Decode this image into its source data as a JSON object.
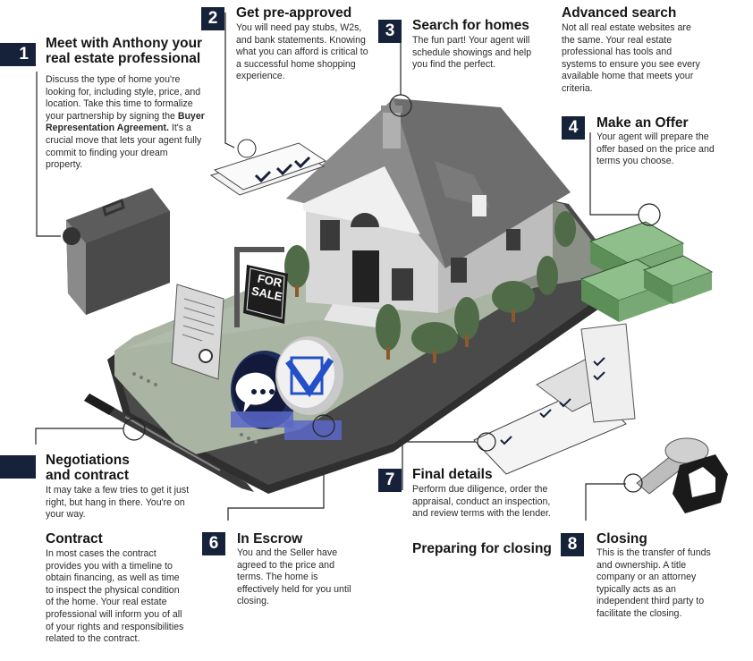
{
  "steps": {
    "s1": {
      "number": "1",
      "title": "Meet with Anthony your real estate professional",
      "body_a": "Discuss the type of home you're looking for, including style, price, and location. Take this time to formalize your partnership by signing the ",
      "body_bold": "Buyer Representation Agreement.",
      "body_b": " It's a crucial move that lets your agent fully commit to finding your dream property."
    },
    "s2": {
      "number": "2",
      "title": "Get pre-approved",
      "body": "You will need pay stubs, W2s, and bank statements. Knowing what you can afford is critical to a successful home shopping experience."
    },
    "s3": {
      "number": "3",
      "title": "Search for homes",
      "body": "The fun part! Your agent will schedule showings and help you find the perfect."
    },
    "advanced": {
      "title": "Advanced search",
      "body": "Not all real estate websites are the same. Your real estate professional has tools and systems to ensure you see every available home that meets your criteria."
    },
    "s4": {
      "number": "4",
      "title": "Make an Offer",
      "body": "Your agent will prepare the offer based on the price and terms you choose."
    },
    "negotiations": {
      "title": "Negotiations and contract",
      "body": "It may take a few tries to get it just right, but hang in there. You're on your way."
    },
    "contract": {
      "title": "Contract",
      "body": "In most cases the contract provides you with a timeline to obtain financing, as well as time to inspect the physical condition of the home. Your real estate professional will inform you of all of your rights and responsibilities related to the contract."
    },
    "s6": {
      "number": "6",
      "title": "In Escrow",
      "body": "You and the Seller have agreed to the price and terms. The home is effectively held for you until closing."
    },
    "s7": {
      "number": "7",
      "title": "Final details",
      "body": "Perform due diligence, order the appraisal, conduct an inspection, and review terms with the lender."
    },
    "preparing": {
      "title": "Preparing for closing"
    },
    "s8": {
      "number": "8",
      "title": "Closing",
      "body": "This is the transfer of funds and ownership. A title company or an attorney typically acts as an independent third party to facilitate the closing."
    }
  },
  "sign": {
    "line1": "FOR",
    "line2": "SALE"
  },
  "colors": {
    "badge": "#16213a",
    "phone": "#3a3a3a",
    "lawn": "#a9b5a2",
    "tree": "#4f6b47",
    "roof": "#6d6d6d",
    "accent": "#2350c8",
    "chat_bg": "#1e2c5a"
  }
}
